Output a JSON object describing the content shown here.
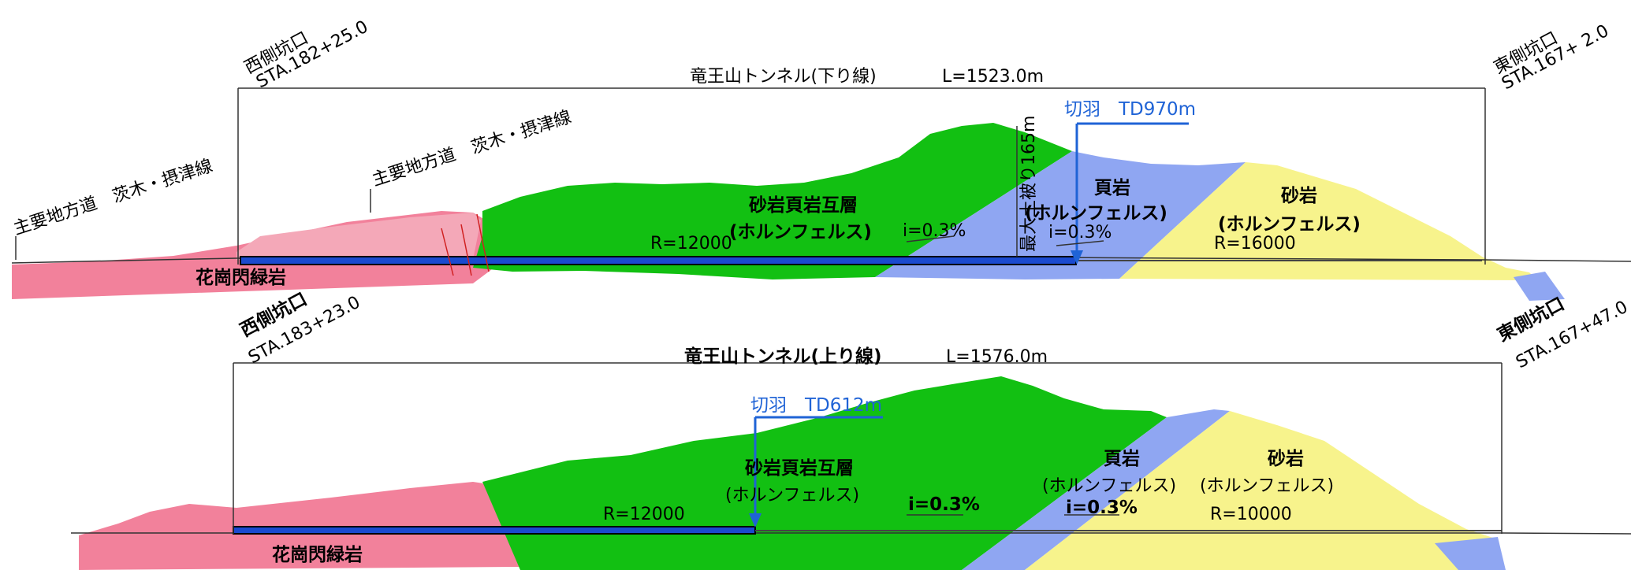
{
  "colors": {
    "granite": "#f2819b",
    "alternation": "#12c012",
    "shale": "#8fa6f2",
    "sandstone": "#f7f38c",
    "cut_face": "#1f63d6",
    "tunnel_fill": "#1a4ad0"
  },
  "down_line": {
    "west_portal_label": "西側坑口",
    "west_portal_sta": "STA.182+25.0",
    "east_portal_label": "東側坑口",
    "east_portal_sta": "STA.167+ 2.0",
    "title": "竜王山トンネル(下り線)",
    "length": "L=1523.0m",
    "road_label_left": "主要地方道　茨木・摂津線",
    "road_label_mid": "主要地方道　茨木・摂津線",
    "cut_face": "切羽　TD970m",
    "layer_alternation": "砂岩頁岩互層",
    "layer_alternation_sub": "(ホルンフェルス)",
    "layer_shale": "頁岩",
    "layer_shale_sub": "(ホルンフェルス)",
    "layer_sandstone": "砂岩",
    "layer_sandstone_sub": "(ホルンフェルス)",
    "layer_granite": "花崗閃緑岩",
    "radius_left": "R=12000",
    "radius_right": "R=16000",
    "grade_left": "i=0.3%",
    "grade_right": "i=0.3%",
    "max_cover": "最大土被り165m"
  },
  "up_line": {
    "west_portal_label": "西側坑口",
    "west_portal_sta": "STA.183+23.0",
    "east_portal_label": "東側坑口",
    "east_portal_sta": "STA.167+47.0",
    "title": "竜王山トンネル(上り線)",
    "length": "L=1576.0m",
    "cut_face": "切羽　TD612m",
    "layer_alternation": "砂岩頁岩互層",
    "layer_alternation_sub": "(ホルンフェルス)",
    "layer_shale": "頁岩",
    "layer_shale_sub": "(ホルンフェルス)",
    "layer_sandstone": "砂岩",
    "layer_sandstone_sub": "(ホルンフェルス)",
    "layer_granite": "花崗閃緑岩",
    "radius_left": "R=12000",
    "radius_right": "R=10000",
    "grade_left": "i=0.3%",
    "grade_right": "i=0.3%"
  }
}
